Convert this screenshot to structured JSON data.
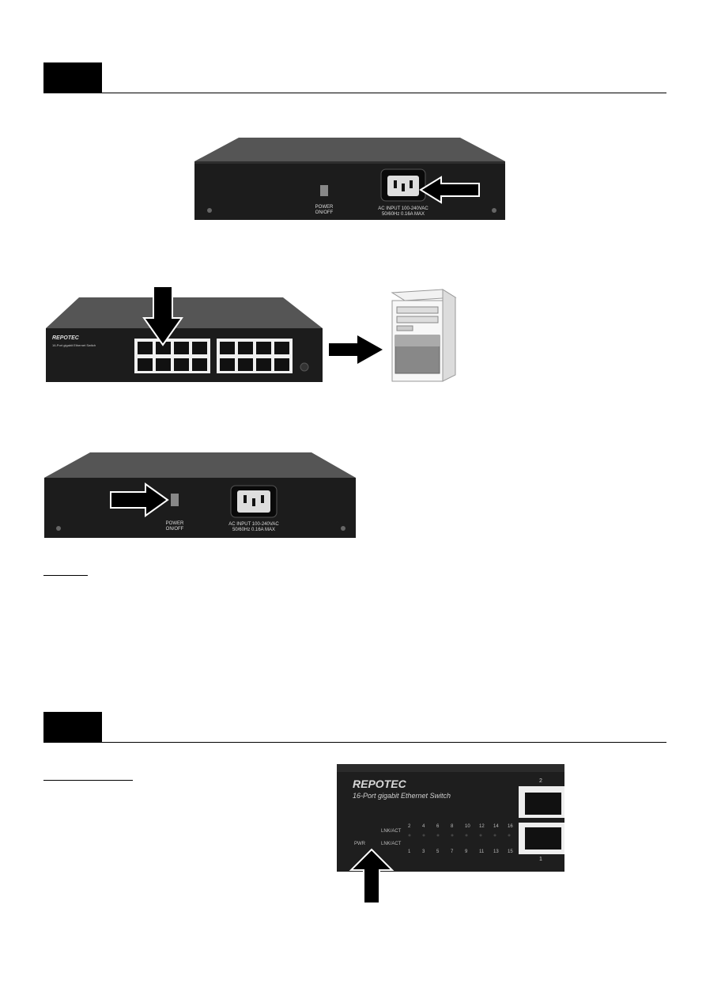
{
  "rear_panel": {
    "switch_label_line1": "POWER",
    "switch_label_line2": "ON/OFF",
    "ac_label_line1": "AC INPUT 100-240VAC",
    "ac_label_line2": "50/60Hz 0.16A MAX"
  },
  "front_panel": {
    "brand": "REPOTEC",
    "model": "16-Port gigabit Ethernet Switch",
    "top_port_numbers": [
      "2",
      "4",
      "6",
      "8",
      "10",
      "12",
      "14",
      "16"
    ],
    "bottom_port_numbers": [
      "1",
      "3",
      "5",
      "7",
      "9",
      "11",
      "13",
      "15"
    ],
    "led_label_top": "LNK/ACT",
    "led_label_bottom": "LNK/ACT",
    "pwr_label": "PWR"
  },
  "colors": {
    "device_body": "#1c1c1c",
    "device_top": "#4a4a4a",
    "arrow": "#000000"
  }
}
